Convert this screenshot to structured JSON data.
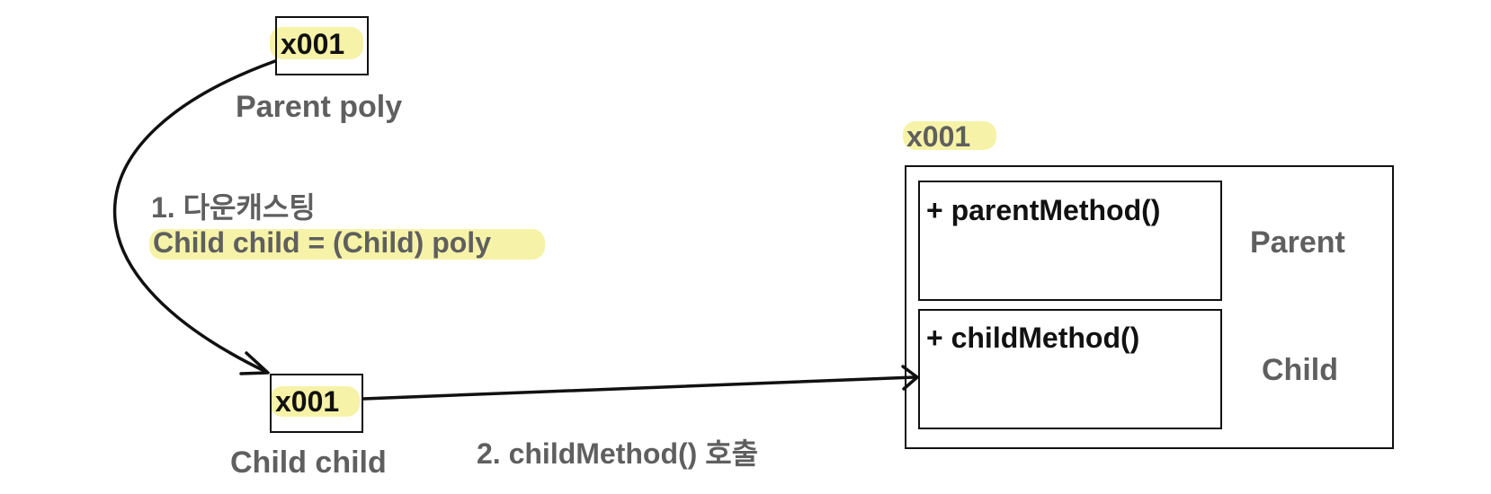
{
  "references": {
    "poly": {
      "address": "x001",
      "label": "Parent poly"
    },
    "child": {
      "address": "x001",
      "label": "Child child"
    }
  },
  "steps": {
    "step1_title": "1. 다운캐스팅",
    "step1_code": "Child child = (Child) poly",
    "step2": "2. childMethod() 호출"
  },
  "instance": {
    "address": "x001",
    "parent": {
      "method": "+ parentMethod()",
      "class_name": "Parent"
    },
    "child": {
      "method": "+ childMethod()",
      "class_name": "Child"
    }
  },
  "colors": {
    "highlight": "#f6f3a8",
    "line": "#111111",
    "label": "#5f5f5f"
  }
}
